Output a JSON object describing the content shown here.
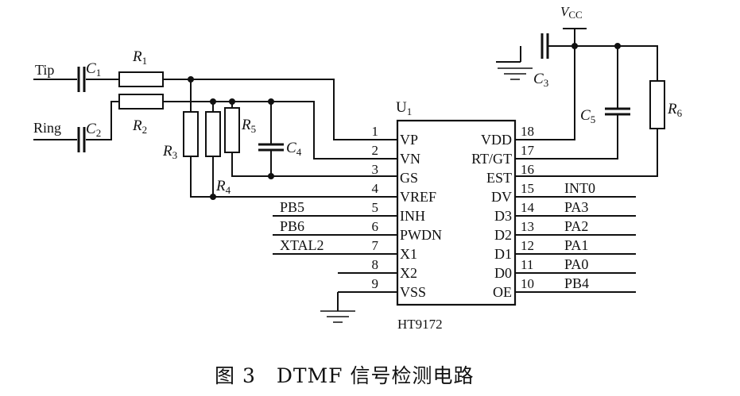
{
  "chip": {
    "ref_main": "U",
    "ref_sub": "1",
    "part": "HT9172",
    "left_pins": [
      {
        "num": "1",
        "name": "VP"
      },
      {
        "num": "2",
        "name": "VN"
      },
      {
        "num": "3",
        "name": "GS"
      },
      {
        "num": "4",
        "name": "VREF"
      },
      {
        "num": "5",
        "name": "INH"
      },
      {
        "num": "6",
        "name": "PWDN"
      },
      {
        "num": "7",
        "name": "X1"
      },
      {
        "num": "8",
        "name": "X2"
      },
      {
        "num": "9",
        "name": "VSS"
      }
    ],
    "right_pins": [
      {
        "num": "18",
        "name": "VDD"
      },
      {
        "num": "17",
        "name": "RT/GT"
      },
      {
        "num": "16",
        "name": "EST"
      },
      {
        "num": "15",
        "name": "DV"
      },
      {
        "num": "14",
        "name": "D3"
      },
      {
        "num": "13",
        "name": "D2"
      },
      {
        "num": "12",
        "name": "D1"
      },
      {
        "num": "11",
        "name": "D0"
      },
      {
        "num": "10",
        "name": "OE"
      }
    ]
  },
  "nets": {
    "left": [
      "PB5",
      "PB6",
      "XTAL2"
    ],
    "right": [
      "INT0",
      "PA3",
      "PA2",
      "PA1",
      "PA0",
      "PB4"
    ]
  },
  "inputs": {
    "tip": "Tip",
    "ring": "Ring"
  },
  "components": {
    "C1": {
      "main": "C",
      "sub": "1"
    },
    "C2": {
      "main": "C",
      "sub": "2"
    },
    "C3": {
      "main": "C",
      "sub": "3"
    },
    "C4": {
      "main": "C",
      "sub": "4"
    },
    "C5": {
      "main": "C",
      "sub": "5"
    },
    "R1": {
      "main": "R",
      "sub": "1"
    },
    "R2": {
      "main": "R",
      "sub": "2"
    },
    "R3": {
      "main": "R",
      "sub": "3"
    },
    "R4": {
      "main": "R",
      "sub": "4"
    },
    "R5": {
      "main": "R",
      "sub": "5"
    },
    "R6": {
      "main": "R",
      "sub": "6"
    }
  },
  "supply": {
    "main": "V",
    "sub": "CC"
  },
  "caption": "图 3　DTMF 信号检测电路"
}
